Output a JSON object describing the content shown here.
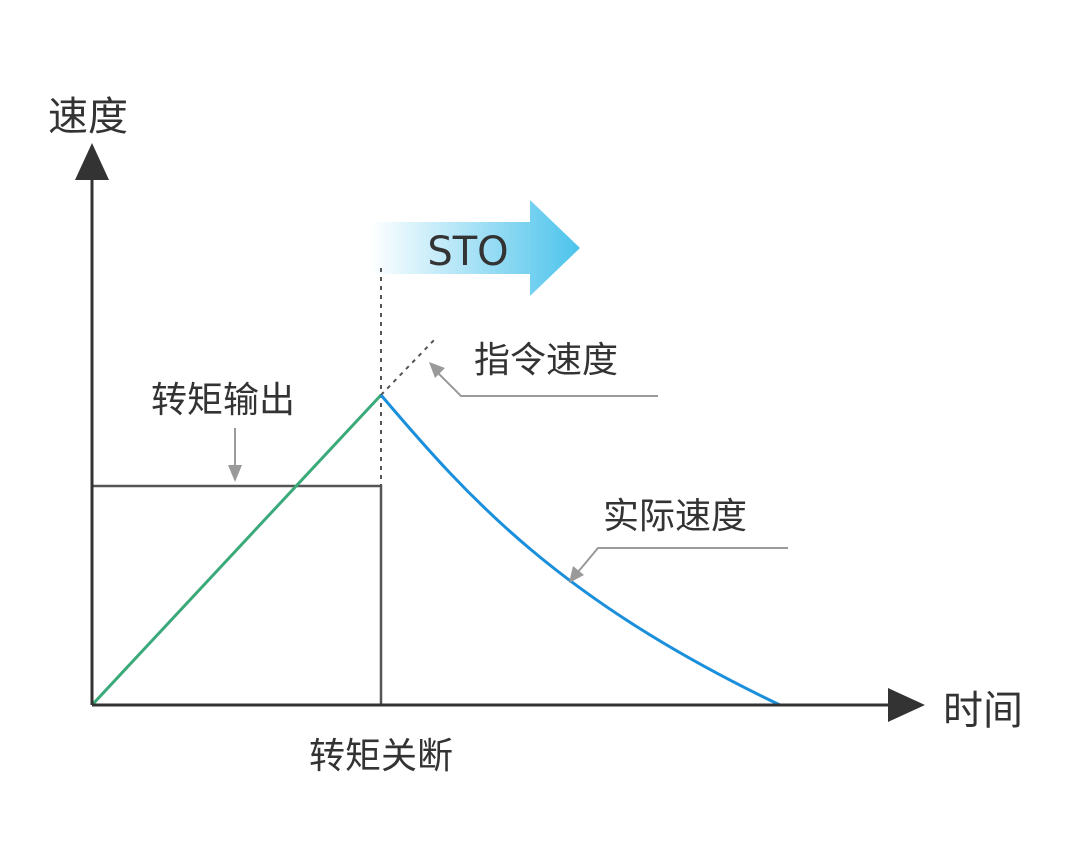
{
  "diagram": {
    "y_axis_label": "速度",
    "x_axis_label": "时间",
    "sto_label": "STO",
    "command_speed_label": "指令速度",
    "torque_output_label": "转矩输出",
    "actual_speed_label": "实际速度",
    "torque_off_label": "转矩关断"
  },
  "colors": {
    "axis": "#333333",
    "accelerating_speed_line": "#3aaa7a",
    "actual_speed_curve": "#1a8fdb",
    "torque_output_line": "#555555",
    "annotation_arrow": "#9a9a9a",
    "sto_arrow_start": "#ffffff",
    "sto_arrow_end": "#4cc3ec"
  }
}
